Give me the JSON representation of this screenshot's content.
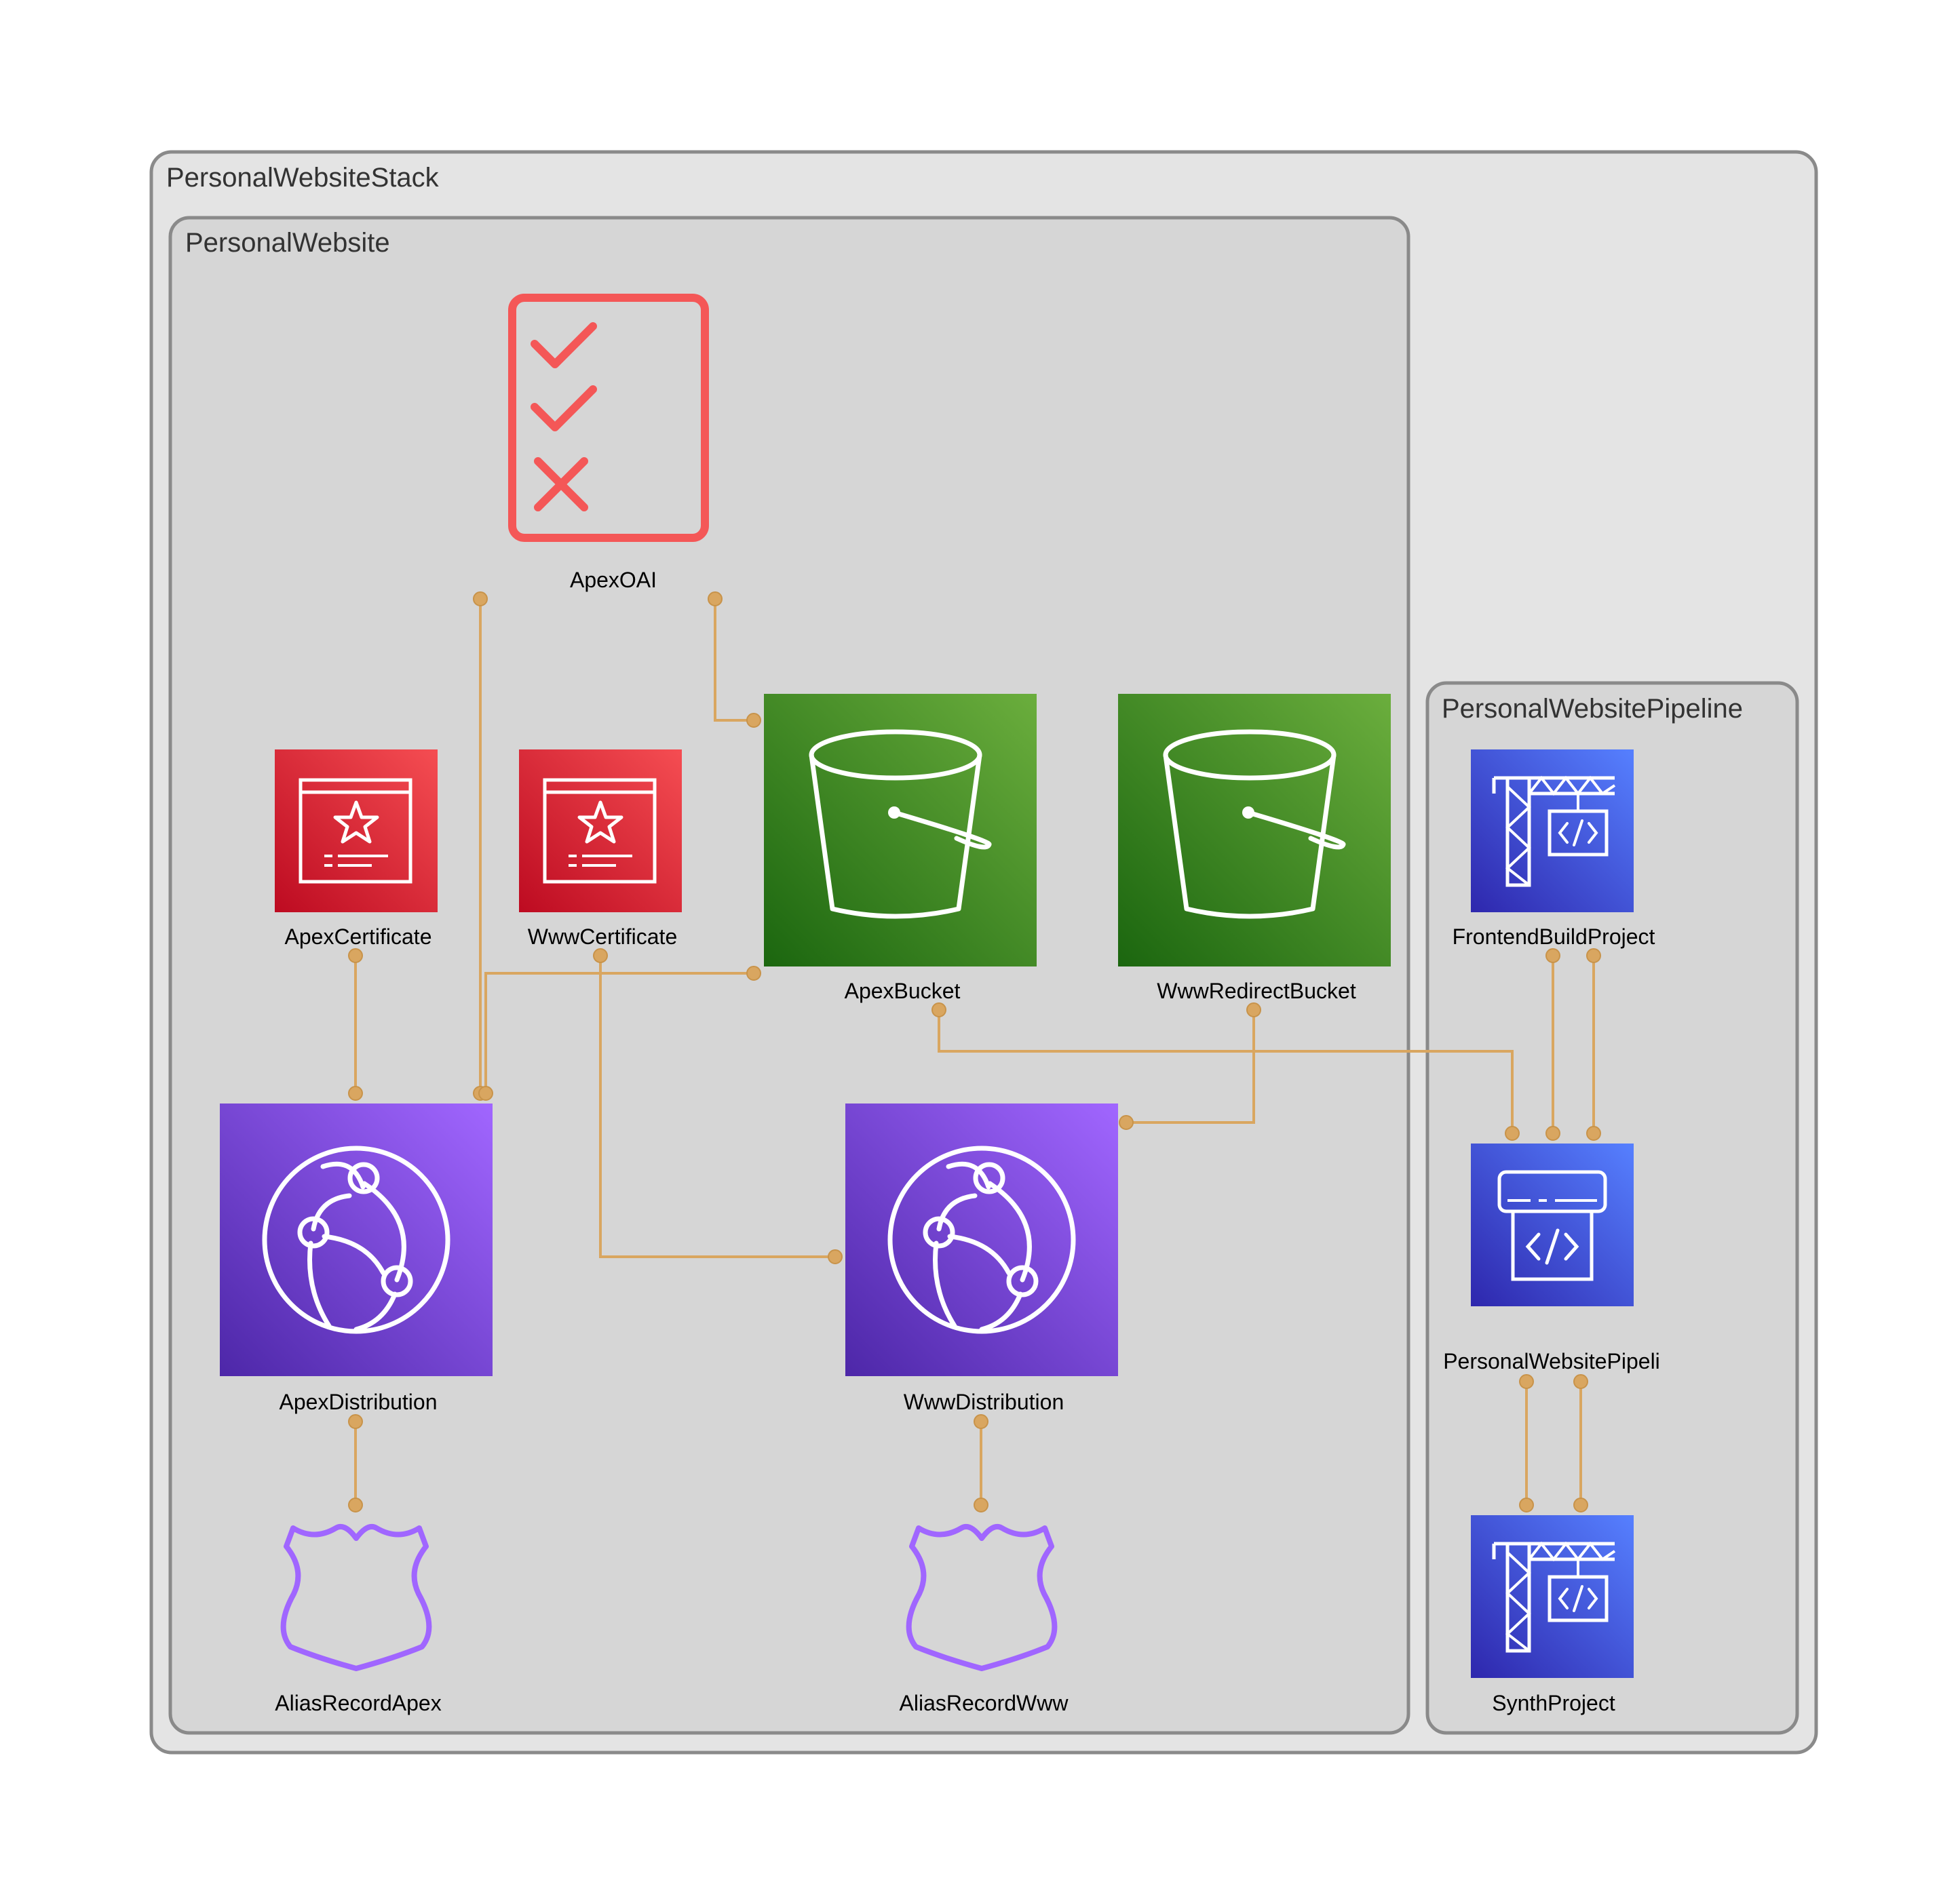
{
  "clusters": {
    "stack": "PersonalWebsiteStack",
    "website": "PersonalWebsite",
    "pipeline": "PersonalWebsitePipeline"
  },
  "nodes": {
    "apex_oai": "ApexOAI",
    "apex_certificate": "ApexCertificate",
    "www_certificate": "WwwCertificate",
    "apex_bucket": "ApexBucket",
    "www_redirect_bucket": "WwwRedirectBucket",
    "apex_distribution": "ApexDistribution",
    "www_distribution": "WwwDistribution",
    "alias_record_apex": "AliasRecordApex",
    "alias_record_www": "AliasRecordWww",
    "frontend_build_project": "FrontendBuildProject",
    "personal_website_pipeline": "PersonalWebsitePipeli",
    "synth_project": "SynthProject"
  },
  "icons": {
    "apex_oai": "checklist-icon",
    "certificate": "certificate-icon",
    "bucket": "s3-bucket-icon",
    "distribution": "cloudfront-globe-icon",
    "alias_record": "route53-shield-icon",
    "codebuild": "codebuild-crane-icon",
    "codepipeline": "codepipeline-icon"
  },
  "colors": {
    "edge": "#d9a660",
    "stack_fill": "#e4e4e4",
    "cluster_fill": "#d6d6d6",
    "cluster_border": "#8a8a8a",
    "oai": "#f45757",
    "cert_top": "#f44b4f",
    "cert_bottom": "#bd0b21",
    "s3_top": "#6bae3d",
    "s3_bottom": "#1e6a15",
    "cf_top": "#a066ff",
    "cf_bottom": "#4d27a8",
    "route53": "#a066ff",
    "build_top": "#527fff",
    "build_bottom": "#2e27ad"
  }
}
